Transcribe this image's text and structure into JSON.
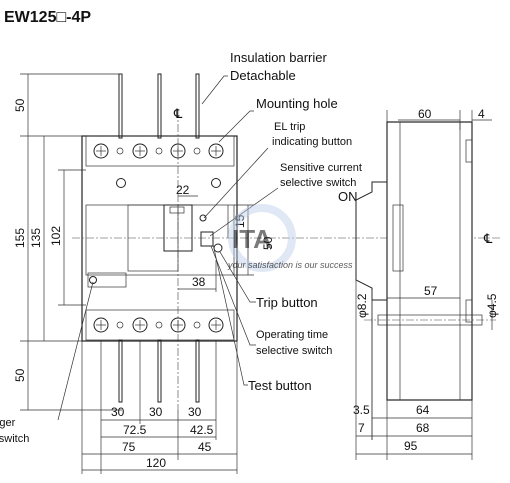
{
  "title": "EW125□-4P",
  "callouts": {
    "insulation_barrier": "Insulation barrier",
    "detachable": "Detachable",
    "mounting_hole": "Mounting hole",
    "el_trip_1": "EL trip",
    "el_trip_2": "indicating button",
    "sensitive_1": "Sensitive current",
    "sensitive_2": "selective switch",
    "on": "ON",
    "trip_button": "Trip button",
    "operating_1": "Operating time",
    "operating_2": "selective switch",
    "test_button": "Test button",
    "megger_1": "Megger",
    "megger_2": "test switch",
    "centerline": "℄"
  },
  "dimensions": {
    "top_50": "50",
    "bottom_50": "50",
    "h155": "155",
    "h135": "135",
    "h102": "102",
    "d22": "22",
    "d15": "15",
    "d50": "50",
    "d38": "38",
    "p30a": "30",
    "p30b": "30",
    "p30c": "30",
    "w72_5": "72.5",
    "w42_5": "42.5",
    "w75": "75",
    "w45": "45",
    "w120": "120",
    "s60": "60",
    "s4": "4",
    "s57": "57",
    "s8_2": "φ8.2",
    "s4_5": "φ4.5",
    "s3_5": "3.5",
    "s64": "64",
    "s7": "7",
    "s68": "68",
    "s95": "95"
  },
  "watermark": {
    "text": "ITA",
    "sub": "your satisfaction is our success"
  }
}
